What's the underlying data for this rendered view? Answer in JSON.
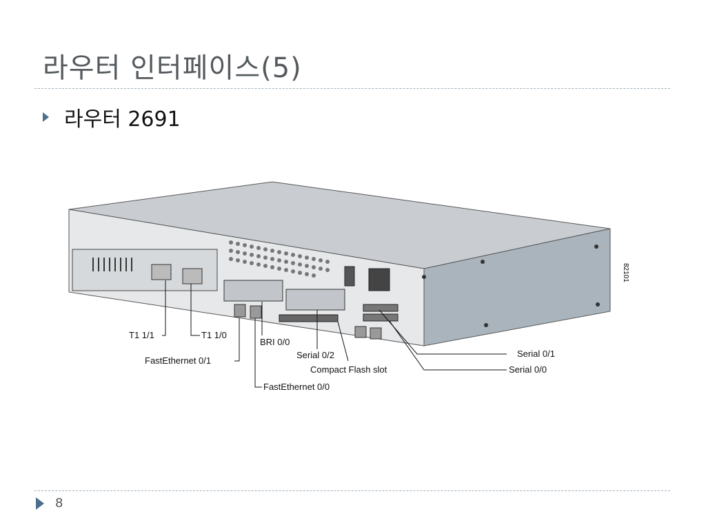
{
  "slide": {
    "title": "라우터 인터페이스(5)",
    "bullet": "라우터 2691",
    "page_number": "8"
  },
  "figure": {
    "figure_id": "82101",
    "labels": {
      "t1_1_1": "T1 1/1",
      "t1_1_0": "T1 1/0",
      "fe_0_1": "FastEthernet 0/1",
      "fe_0_0": "FastEthernet 0/0",
      "bri_0_0": "BRI 0/0",
      "serial_0_2": "Serial 0/2",
      "cf_slot": "Compact Flash slot",
      "serial_0_1": "Serial 0/1",
      "serial_0_0": "Serial 0/0"
    }
  },
  "colors": {
    "accent": "#4a6f8f",
    "title": "#555a5e",
    "rule": "#9fb0bd"
  }
}
